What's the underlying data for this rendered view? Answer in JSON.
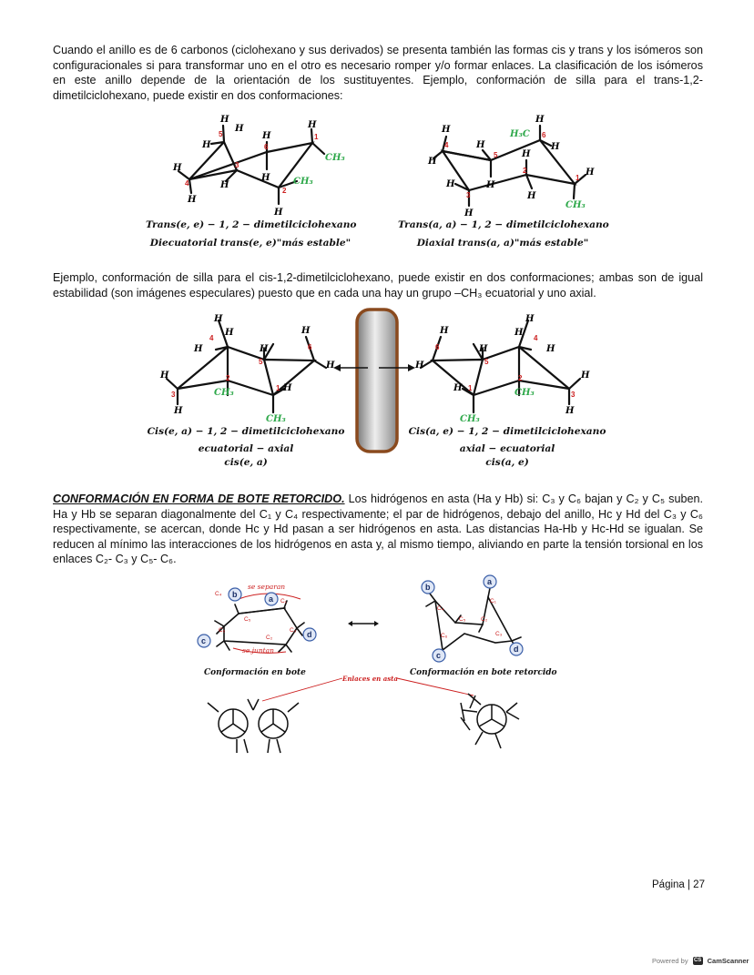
{
  "paragraphs": {
    "p1": "Cuando el anillo es de 6 carbonos (ciclohexano y sus derivados) se presenta también las formas cis y trans y los isómeros son configuracionales si para transformar uno en el otro es necesario romper y/o formar enlaces. La clasificación de los isómeros en este anillo depende de la orientación de los sustituyentes. Ejemplo, conformación de silla para el trans-1,2-dimetilciclohexano, puede existir en dos conformaciones:",
    "p2": "Ejemplo, conformación de silla para el cis-1,2-dimetilciclohexano, puede existir en dos conformaciones; ambas son de igual estabilidad (son imágenes especulares) puesto que en cada una hay un grupo –CH₃ ecuatorial y uno axial.",
    "p3_heading": "CONFORMACIÓN EN FORMA DE BOTE RETORCIDO.",
    "p3_body": " Los hidrógenos en asta (Ha y Hb) si: C₃ y C₆ bajan y C₂ y C₅ suben. Ha y Hb se separan diagonalmente del C₁ y C₄ respectivamente; el par de hidrógenos, debajo del anillo, Hc y Hd del C₃ y C₆ respectivamente, se acercan, donde Hc y Hd pasan a ser hidrógenos en asta. Las distancias Ha-Hb y Hc-Hd se igualan. Se reducen al mínimo las interacciones de los hidrógenos en asta y, al mismo tiempo, aliviando en parte la tensión torsional en los enlaces C₂- C₃ y C₅- C₆."
  },
  "figure1": {
    "left_caption_1": "Trans(e, e) − 1, 2 − dimetilciclohexano",
    "left_caption_2": "Diecuatorial trans(e, e)\"más estable\"",
    "right_caption_1": "Trans(a, a) − 1, 2 − dimetilciclohexano",
    "right_caption_2": "Diaxial trans(a, a)\"más estable\"",
    "h": "H",
    "ch3": "CH₃",
    "h3c": "H₃C",
    "n1": "1",
    "n2": "2",
    "n3": "3",
    "n4": "4",
    "n5": "5",
    "n6": "6"
  },
  "figure2": {
    "left_caption_1": "Cis(e, a) − 1, 2 − dimetilciclohexano",
    "left_caption_2": "ecuatorial − axial",
    "left_caption_3": "cis(e, a)",
    "right_caption_1": "Cis(a, e) − 1, 2 − dimetilciclohexano",
    "right_caption_2": "axial − ecuatorial",
    "right_caption_3": "cis(a, e)"
  },
  "figure3": {
    "se_separan": "se separan",
    "se_juntan": "se juntan",
    "enlaces_en_asta": "Enlaces en asta",
    "caption_bote": "Conformación en bote",
    "caption_retorcido": "Conformación en bote retorcido",
    "a": "a",
    "b": "b",
    "c": "c",
    "d": "d",
    "c1": "C₁",
    "c2": "C₂",
    "c3": "C₃",
    "c4": "C₄",
    "c5": "C₅",
    "c6": "C₆"
  },
  "footer": {
    "page": "Página | 27",
    "powered_by": "Powered by",
    "scanner": "CamScanner",
    "logo_text": "CS"
  },
  "colors": {
    "carbon_number": "#cc1f1f",
    "methyl": "#2ea84a",
    "circle_label": "#3b5fa8",
    "mirror_frame": "#8a4a1e"
  }
}
